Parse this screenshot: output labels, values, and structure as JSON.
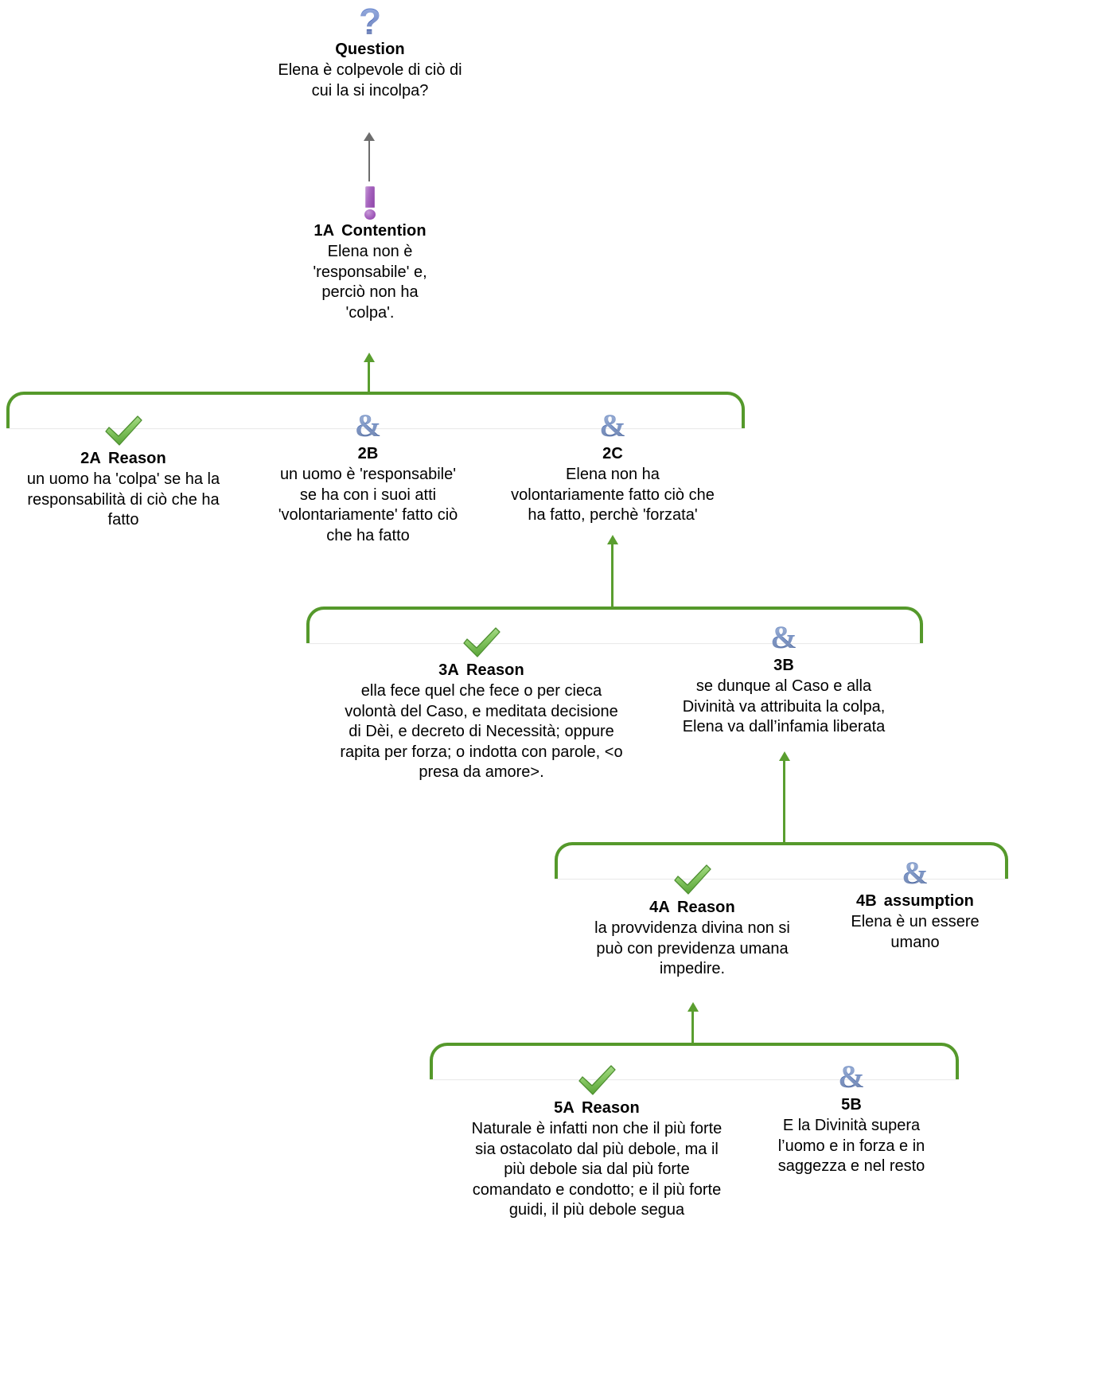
{
  "diagram": {
    "type": "argument-map",
    "title_language": "it",
    "colors": {
      "bracket_green": "#55992b",
      "arrow_green": "#5a9e2f",
      "arrow_grey": "#6d6d6d",
      "question_blue": "#2f4fa8",
      "contention_purple": "#a45fbd",
      "ampersand_blue": "#41629f",
      "check_green": "#7cc05a",
      "text_black": "#000000"
    }
  },
  "nodes": {
    "question": {
      "icon": "question-mark-icon",
      "label": "Question",
      "text": "Elena è colpevole di ciò di\ncui la si incolpa?"
    },
    "n1a": {
      "icon": "exclamation-mark-icon",
      "number": "1A",
      "label": "Contention",
      "text": "Elena non è\n'responsabile' e,\nperciò non ha\n'colpa'."
    },
    "n2a": {
      "icon": "green-check-icon",
      "number": "2A",
      "label": "Reason",
      "text": "un uomo ha 'colpa' se ha la\nresponsabilità di ciò che ha\nfatto"
    },
    "n2b": {
      "icon": "ampersand-icon",
      "number": "2B",
      "label": "",
      "text": "un uomo è 'responsabile'\nse ha con i suoi atti\n'volontariamente' fatto ciò\nche ha fatto"
    },
    "n2c": {
      "icon": "ampersand-icon",
      "number": "2C",
      "label": "",
      "text": "Elena non ha\nvolontariamente fatto ciò che\nha fatto, perchè 'forzata'"
    },
    "n3a": {
      "icon": "green-check-icon",
      "number": "3A",
      "label": "Reason",
      "text": "ella fece quel che fece o per cieca\nvolontà del Caso, e meditata decisione\ndi Dèi, e decreto di Necessità; oppure\nrapita per forza; o indotta con parole, <o\npresa da amore>."
    },
    "n3b": {
      "icon": "ampersand-icon",
      "number": "3B",
      "label": "",
      "text": "se dunque al Caso e alla\nDivinità va attribuita la colpa,\nElena va dall’infamia liberata"
    },
    "n4a": {
      "icon": "green-check-icon",
      "number": "4A",
      "label": "Reason",
      "text": "la provvidenza divina non si\npuò con previdenza umana\nimpedire."
    },
    "n4b": {
      "icon": "ampersand-icon",
      "number": "4B",
      "label": "assumption",
      "text": "Elena è un essere\numano"
    },
    "n5a": {
      "icon": "green-check-icon",
      "number": "5A",
      "label": "Reason",
      "text": "Naturale è infatti non che il più forte\nsia ostacolato dal più debole, ma il\npiù debole sia dal più forte\ncomandato e condotto; e il più forte\nguidi, il più debole segua"
    },
    "n5b": {
      "icon": "ampersand-icon",
      "number": "5B",
      "label": "",
      "text": "E la Divinità supera\nl’uomo e in forza e in\nsaggezza e nel resto"
    }
  }
}
